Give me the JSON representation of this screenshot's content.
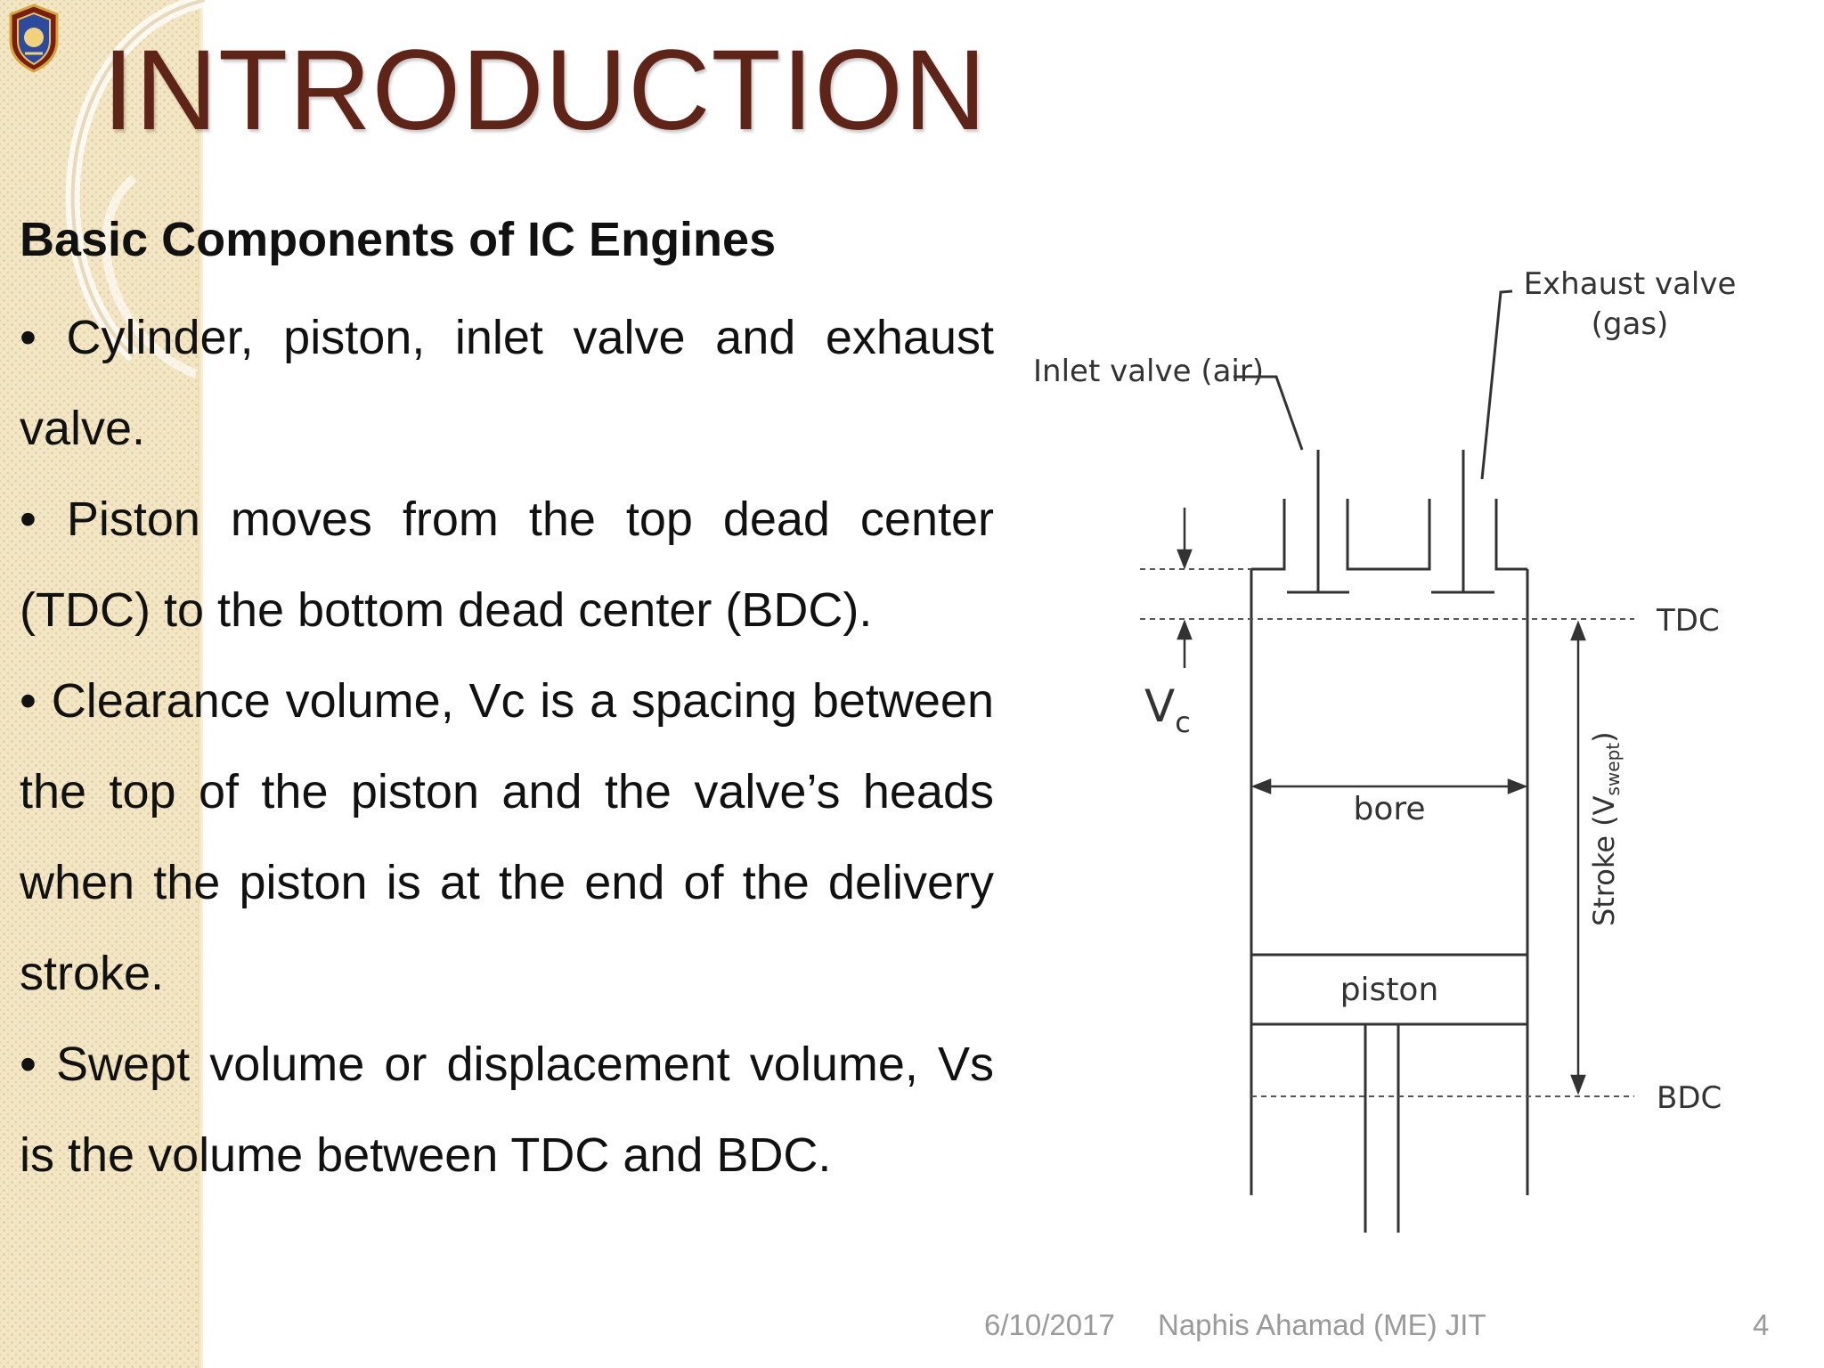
{
  "slide": {
    "title": "INTRODUCTION",
    "subtitle": "Basic Components of IC Engines",
    "bullets": [
      "• Cylinder, piston, inlet valve and exhaust valve.",
      "• Piston moves from the top dead center (TDC) to the bottom dead center (BDC).",
      "• Clearance volume, Vc is a spacing between the top of the piston and the valve’s heads when the piston is at the end of the delivery stroke.",
      "• Swept volume or displacement volume, Vs is the volume between TDC and BDC."
    ]
  },
  "diagram": {
    "exhaust_label_line1": "Exhaust valve",
    "exhaust_label_line2": "(gas)",
    "inlet_label": "Inlet valve (air)",
    "tdc_label": "TDC",
    "bdc_label": "BDC",
    "vc_label": "V",
    "vc_sub": "c",
    "bore_label": "bore",
    "piston_label": "piston",
    "stroke_label": "Stroke (V",
    "stroke_sub": "swept",
    "stroke_close": ")"
  },
  "footer": {
    "date": "6/10/2017",
    "author": "Naphis Ahamad (ME) JIT",
    "page": "4"
  }
}
